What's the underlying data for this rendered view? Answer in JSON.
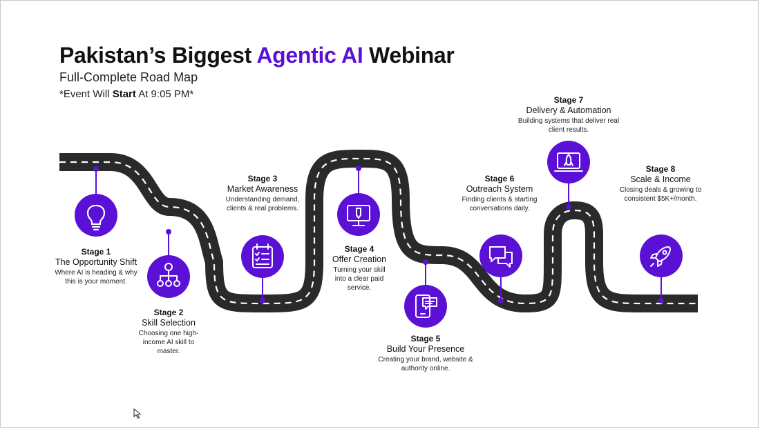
{
  "header": {
    "title_part1": "Pakistan’s Biggest ",
    "title_accent": "Agentic AI",
    "title_part2": " Webinar",
    "subtitle": "Full-Complete Road Map",
    "event_prefix": "*Event Will ",
    "event_bold": "Start",
    "event_suffix": " At 9:05 PM*"
  },
  "colors": {
    "accent": "#5b10d6",
    "road": "#2a2a2a",
    "road_dash": "#ffffff"
  },
  "stages": [
    {
      "label": "Stage 1",
      "name": "The Opportunity Shift",
      "desc": "Where AI is heading & why this is your moment.",
      "icon": "lightbulb-icon"
    },
    {
      "label": "Stage 2",
      "name": "Skill Selection",
      "desc": "Choosing one high-income AI skill to master.",
      "icon": "hierarchy-icon"
    },
    {
      "label": "Stage 3",
      "name": "Market Awareness",
      "desc": "Understanding demand, clients & real problems.",
      "icon": "checklist-calendar-icon"
    },
    {
      "label": "Stage 4",
      "name": "Offer Creation",
      "desc": "Turning your skill into a clear paid service.",
      "icon": "monitor-pen-icon"
    },
    {
      "label": "Stage 5",
      "name": "Build Your Presence",
      "desc": "Creating your brand, website & authority online.",
      "icon": "mobile-chat-icon"
    },
    {
      "label": "Stage 6",
      "name": "Outreach System",
      "desc": "Finding clients & starting conversations daily.",
      "icon": "chat-bubbles-icon"
    },
    {
      "label": "Stage 7",
      "name": "Delivery & Automation",
      "desc": "Building systems that deliver real client results.",
      "icon": "laptop-rocket-icon"
    },
    {
      "label": "Stage 8",
      "name": "Scale & Income",
      "desc": "Closing deals & growing to consistent $5K+/month.",
      "icon": "rocket-icon"
    }
  ]
}
